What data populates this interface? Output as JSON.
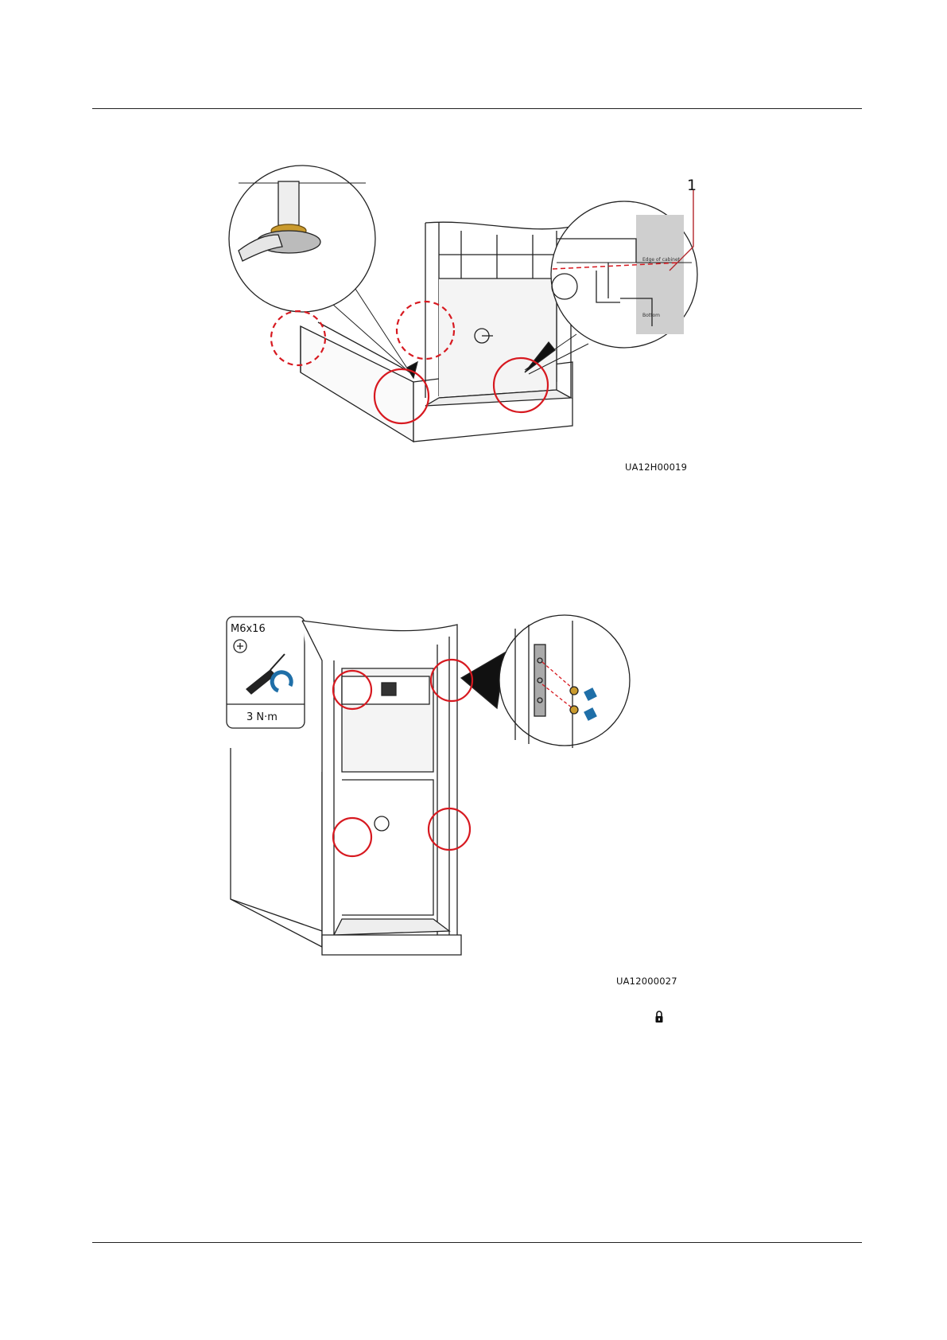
{
  "figure1": {
    "code": "UA12H00019",
    "callout": "1",
    "inset_labels": {
      "edge": "Edge of cabinet",
      "bottom": "Bottom"
    }
  },
  "figure2": {
    "code": "UA12000027",
    "screw_spec": "M6x16",
    "torque": "3 N·m"
  },
  "colors": {
    "highlight": "#d71920",
    "arrow": "#1f6fa8",
    "brass": "#c99a2e"
  }
}
